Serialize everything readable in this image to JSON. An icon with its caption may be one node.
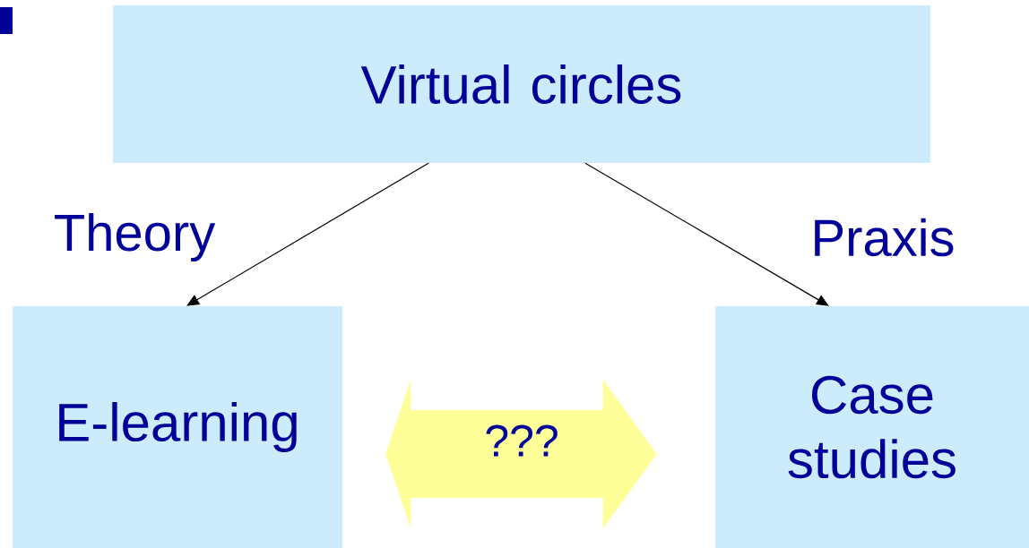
{
  "diagram": {
    "nodes": [
      {
        "text": [
          "Virtual circles"
        ]
      },
      {
        "text": [
          "E-learning"
        ]
      },
      {
        "text": [
          "Case studies"
        ]
      }
    ],
    "edges": [
      {
        "from": 0,
        "to": 1,
        "arrow": "to",
        "label": "Theory"
      },
      {
        "from": 0,
        "to": 2,
        "arrow": "to",
        "label": "Praxis"
      },
      {
        "from": 1,
        "to": 2,
        "arrow": "both",
        "label": "???",
        "style": "thick",
        "color": "#ffff99"
      }
    ]
  }
}
